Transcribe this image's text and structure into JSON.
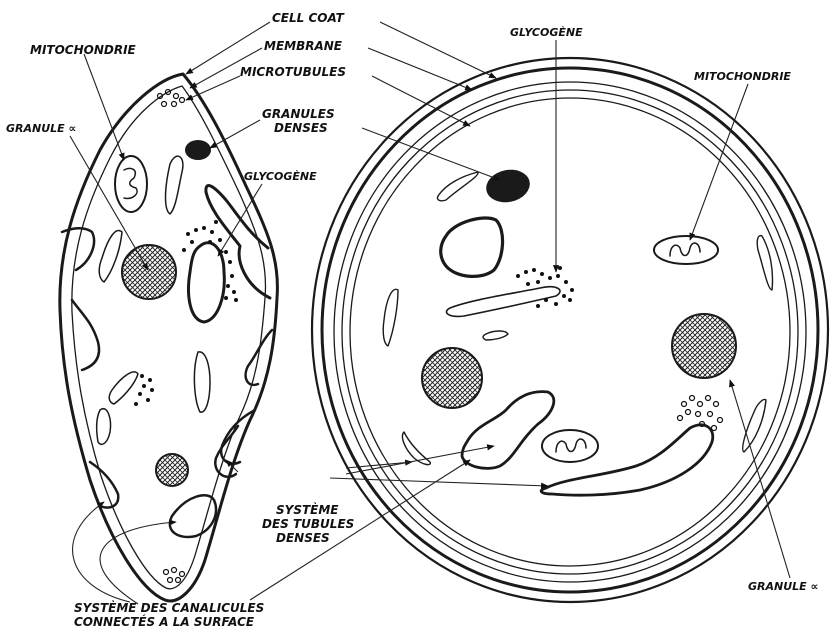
{
  "diagram": {
    "labels": {
      "cell_coat": "CELL COAT",
      "mitochondrie_left": "MITOCHONDRIE",
      "membrane": "MEMBRANE",
      "microtubules": "MICROTUBULES",
      "granule_alpha_left": "GRANULE ∝",
      "granules_denses_1": "GRANULES",
      "granules_denses_2": "DENSES",
      "glycogene_left": "GLYCOGÈNE",
      "glycogene_top": "GLYCOGÈNE",
      "mitochondrie_right": "MITOCHONDRIE",
      "systeme_tubules_1": "SYSTÈME",
      "systeme_tubules_2": "DES TUBULES",
      "systeme_tubules_3": "DENSES",
      "systeme_canalicules_1": "SYSTÈME DES CANALICULES",
      "systeme_canalicules_2": "CONNECTÉS A LA SURFACE",
      "granule_alpha_right": "GRANULE ∝"
    }
  }
}
